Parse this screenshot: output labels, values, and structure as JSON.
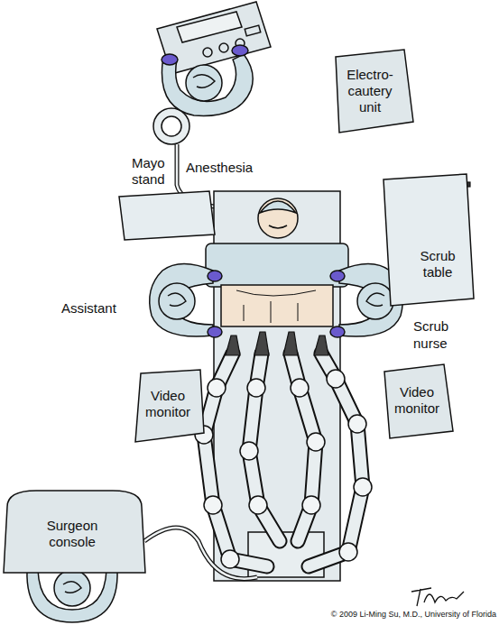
{
  "diagram": {
    "nodes": [
      {
        "text": [
          "Electro-cautery unit"
        ]
      },
      {
        "text": [
          "Mayo stand"
        ]
      },
      {
        "text": [
          "Scrub table"
        ]
      },
      {
        "text": [
          "Video monitor"
        ]
      },
      {
        "text": [
          "Video monitor"
        ]
      },
      {
        "text": [
          "Surgeon console"
        ]
      }
    ],
    "labels": [
      "Anesthesia",
      "Assistant",
      "Scrub nurse",
      "© 2009 Li-Ming Su, M.D., University of Florida"
    ]
  }
}
